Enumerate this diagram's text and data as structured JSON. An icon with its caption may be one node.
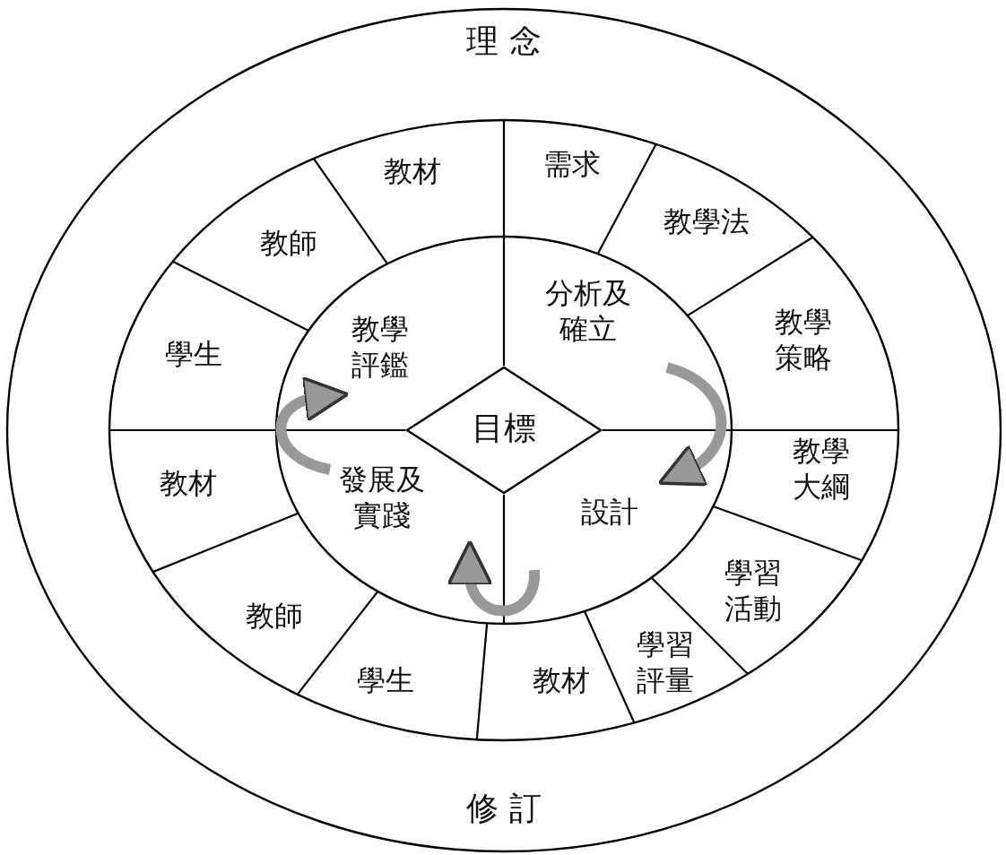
{
  "diagram": {
    "nodes": [
      {
        "text": [
          "理 念",
          "修 訂"
        ]
      },
      {
        "text": [
          "教材"
        ],
        "in": 0
      },
      {
        "text": [
          "需求"
        ],
        "in": 0
      },
      {
        "text": [
          "教學法"
        ],
        "in": 0
      },
      {
        "text": [
          "教學策略"
        ],
        "in": 0
      },
      {
        "text": [
          "教學大綱"
        ],
        "in": 0
      },
      {
        "text": [
          "學習活動"
        ],
        "in": 0
      },
      {
        "text": [
          "學習評量"
        ],
        "in": 0
      },
      {
        "text": [
          "教材"
        ],
        "in": 0
      },
      {
        "text": [
          "學生"
        ],
        "in": 0
      },
      {
        "text": [
          "教師"
        ],
        "in": 0
      },
      {
        "text": [
          "教材"
        ],
        "in": 0
      },
      {
        "text": [
          "學生"
        ],
        "in": 0
      },
      {
        "text": [
          "教師"
        ],
        "in": 0
      },
      {
        "text": [],
        "shape": "ellipse",
        "in": 0
      },
      {
        "text": [
          "教學評鑑"
        ],
        "in": 14
      },
      {
        "text": [
          "分析及確立"
        ],
        "in": 14
      },
      {
        "text": [
          "設計"
        ],
        "in": 14
      },
      {
        "text": [
          "發展及實踐"
        ],
        "in": 14
      },
      {
        "text": [
          "目標"
        ],
        "in": 14
      }
    ],
    "edges": [
      {
        "from": 16,
        "to": 17,
        "arrow": "to"
      },
      {
        "from": 17,
        "to": 18,
        "arrow": "to"
      },
      {
        "from": 18,
        "to": 15,
        "arrow": "to"
      }
    ]
  }
}
